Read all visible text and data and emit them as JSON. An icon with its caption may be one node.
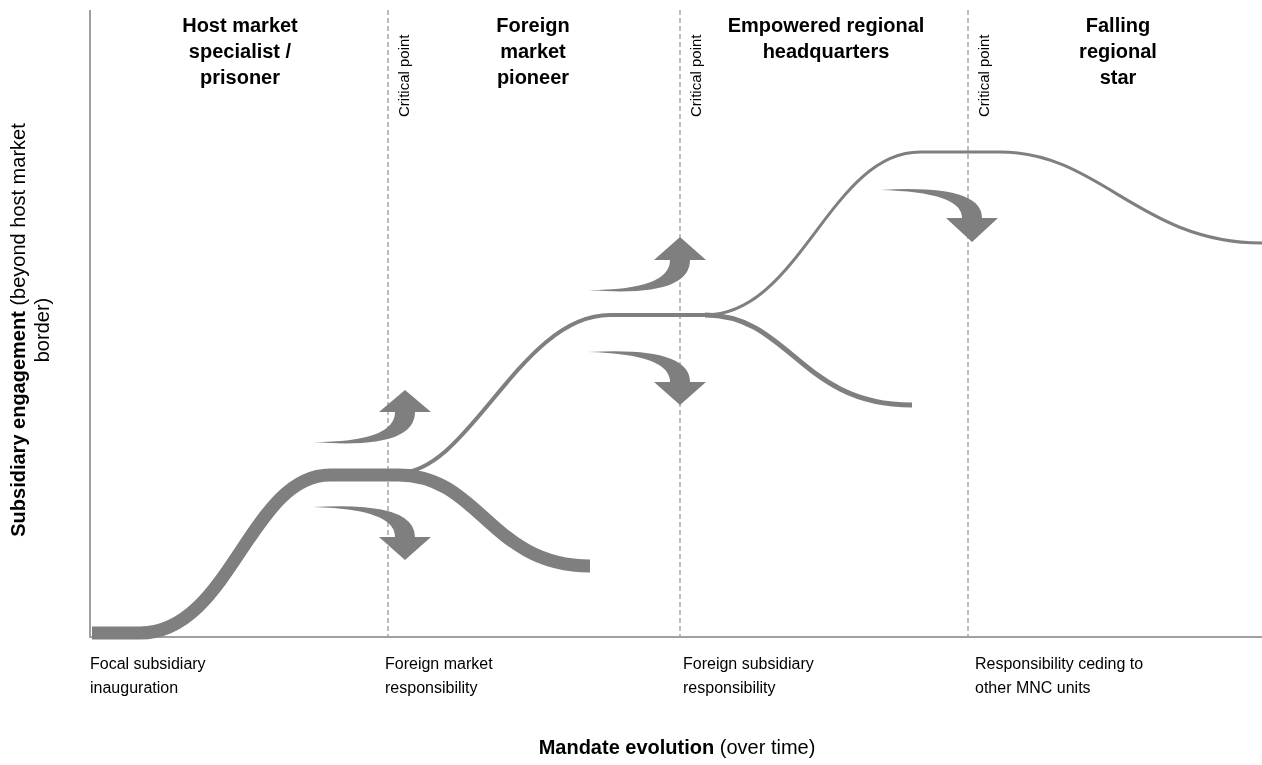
{
  "diagram": {
    "labels": [
      "Host market specialist / prisoner",
      "Critical point",
      "Foreign market pioneer",
      "Critical point",
      "Empowered regional headquarters",
      "Critical point",
      "Falling regional star",
      "**Subsidiary engagement** (beyond host market border)",
      "Focal subsidiary inauguration",
      "Foreign market responsibility",
      "Foreign subsidiary responsibility",
      "Responsibility ceding to other MNC units",
      "**Mandate evolution** (over time)"
    ]
  }
}
